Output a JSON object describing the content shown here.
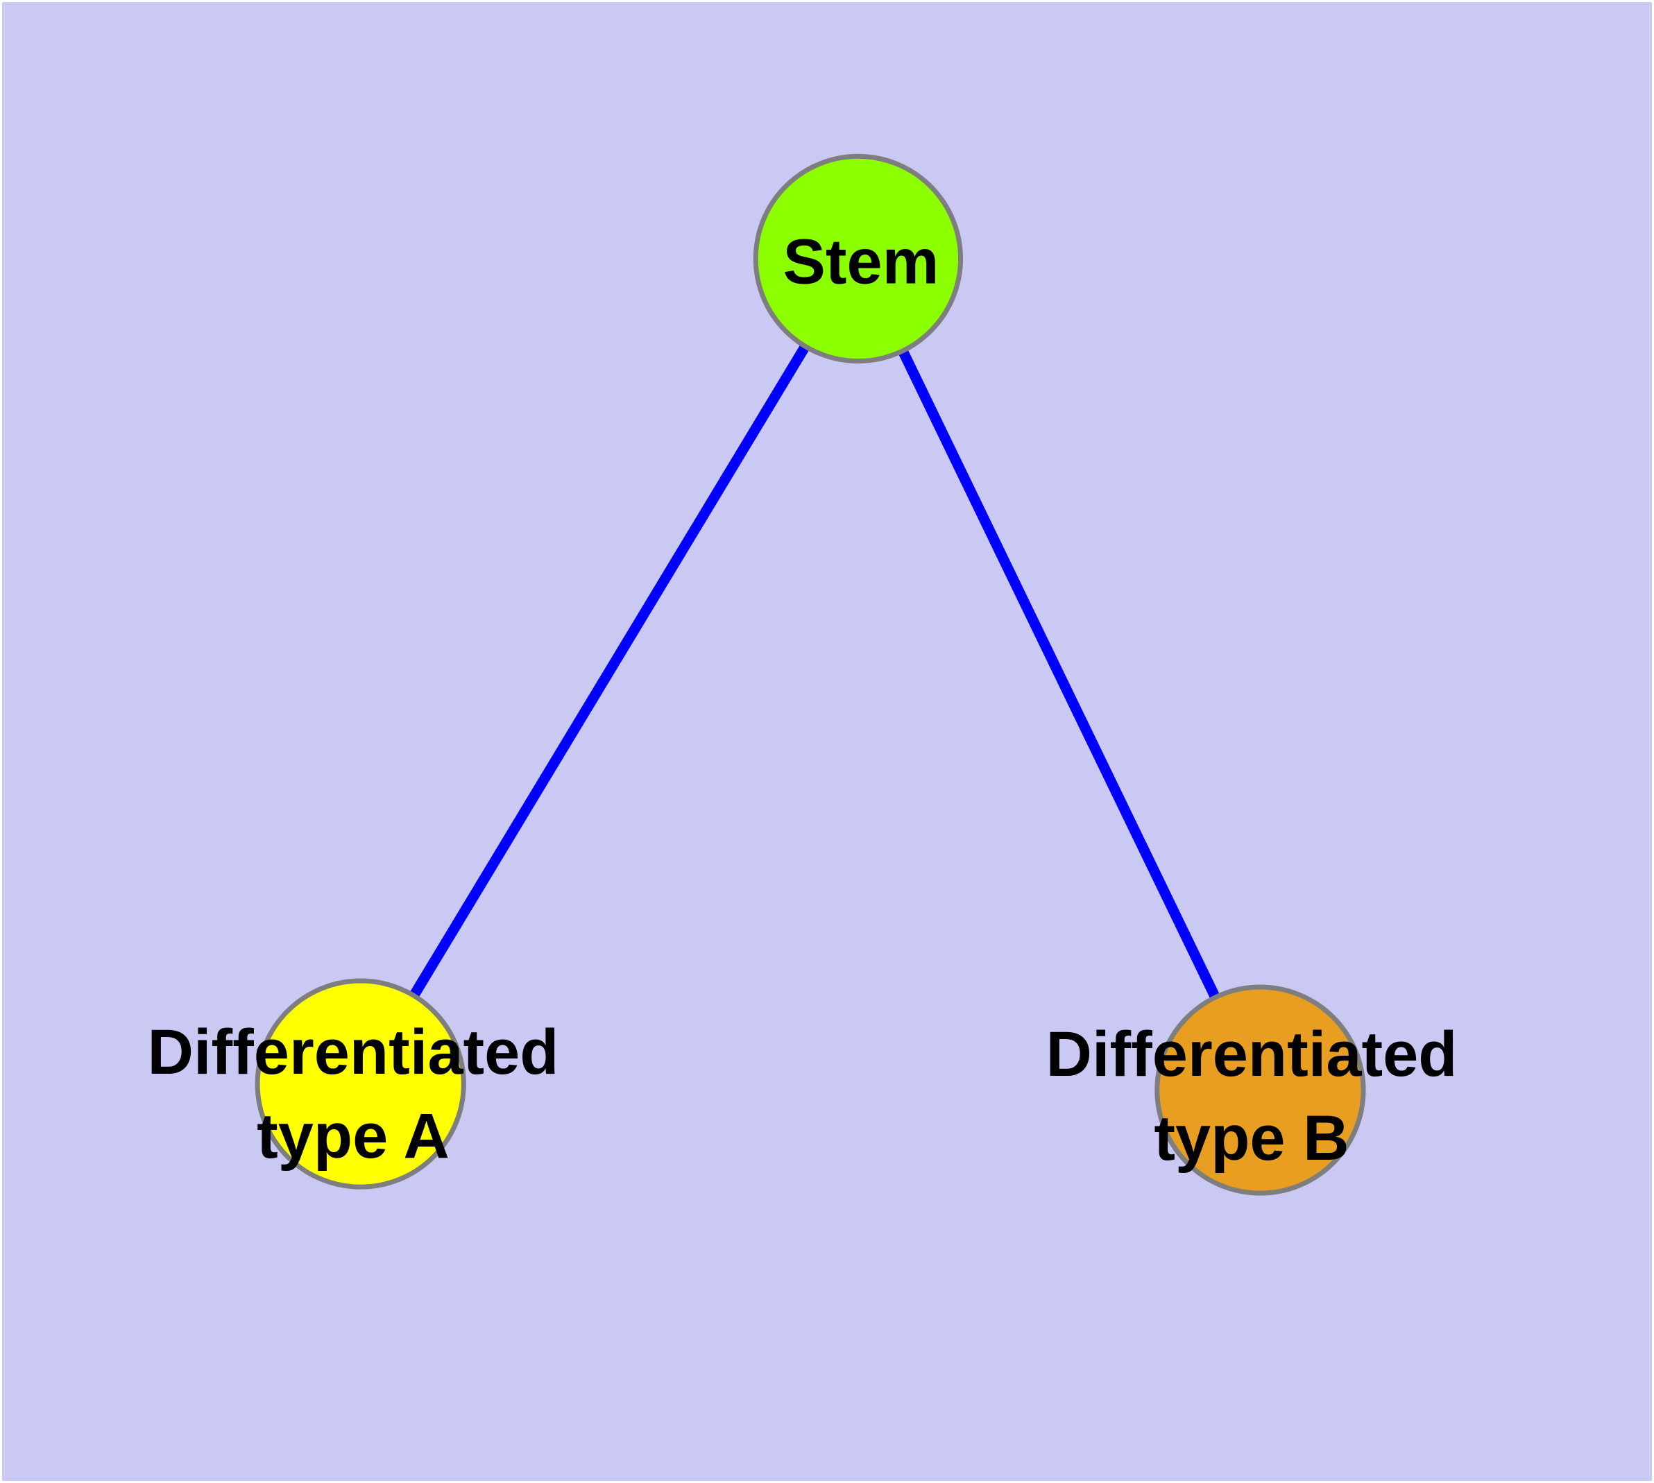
{
  "diagram": {
    "type": "node-link-graph",
    "background_color": "#C9C9F4",
    "frame_color": "#FFFFFF",
    "edge_color": "#0000FF",
    "node_border_color": "#7E7E7E",
    "label_color": "#000000",
    "nodes": [
      {
        "id": "stem",
        "label": "Stem",
        "label_lines": [
          "Stem"
        ],
        "fill_color": "#8CFF00"
      },
      {
        "id": "differentiated-type-a",
        "label": "Differentiated type A",
        "label_lines": [
          "Differentiated",
          "type A"
        ],
        "fill_color": "#FFFF00"
      },
      {
        "id": "differentiated-type-b",
        "label": "Differentiated type B",
        "label_lines": [
          "Differentiated",
          "type B"
        ],
        "fill_color": "#E79E21"
      }
    ],
    "edges": [
      {
        "from": "Stem",
        "to": "Differentiated type A"
      },
      {
        "from": "Stem",
        "to": "Differentiated type B"
      }
    ]
  }
}
